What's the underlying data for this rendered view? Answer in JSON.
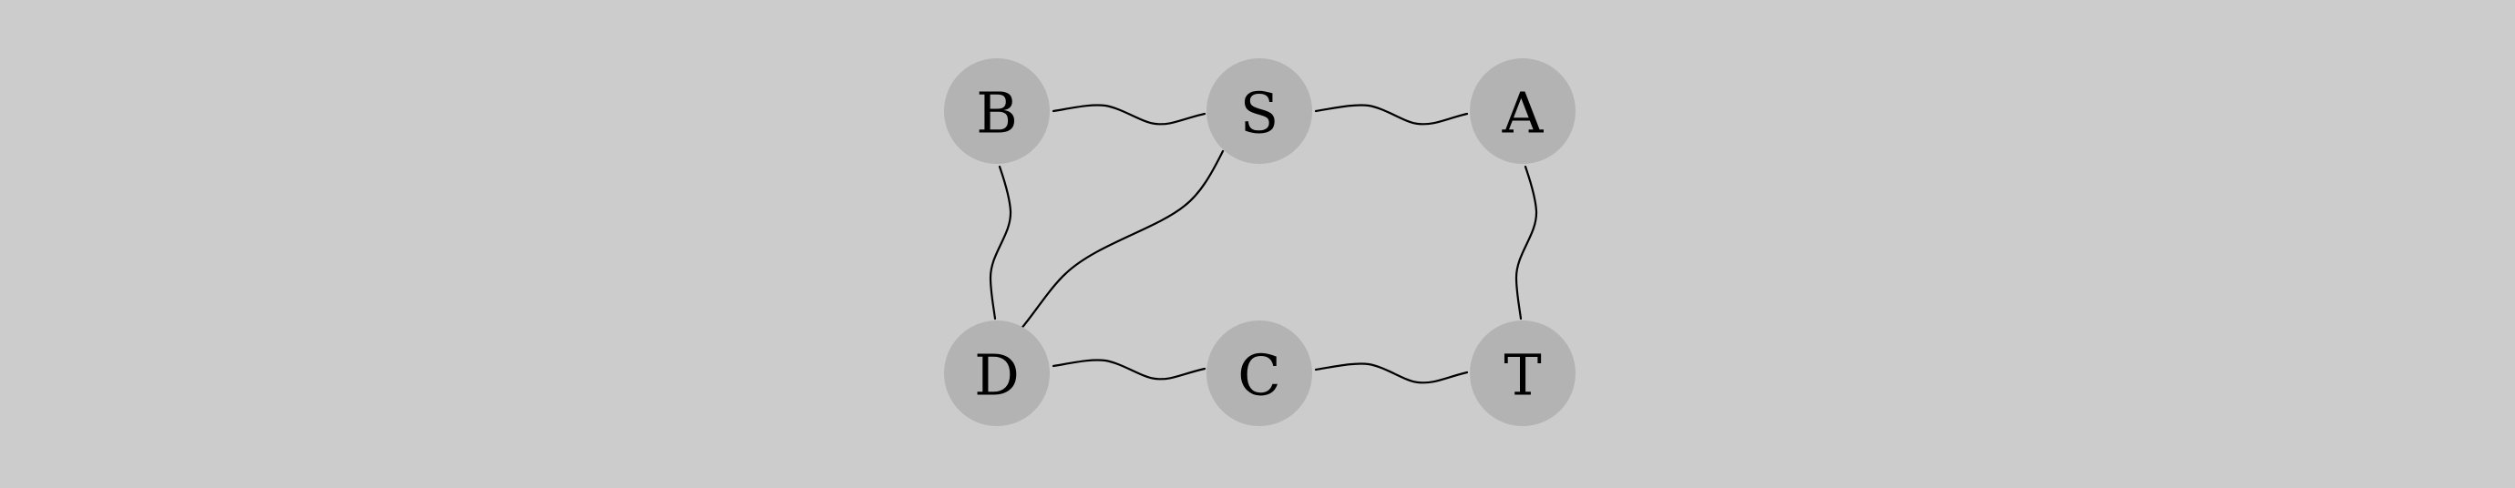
{
  "diagram": {
    "background_color": "#cccccc",
    "node_color": "#b3b3b3",
    "edge_color": "#000000",
    "nodes": [
      {
        "id": "B",
        "label": "B"
      },
      {
        "id": "S",
        "label": "S"
      },
      {
        "id": "A",
        "label": "A"
      },
      {
        "id": "D",
        "label": "D"
      },
      {
        "id": "C",
        "label": "C"
      },
      {
        "id": "T",
        "label": "T"
      }
    ],
    "edges": [
      {
        "from": "B",
        "to": "S"
      },
      {
        "from": "S",
        "to": "A"
      },
      {
        "from": "B",
        "to": "D"
      },
      {
        "from": "S",
        "to": "D"
      },
      {
        "from": "A",
        "to": "T"
      },
      {
        "from": "D",
        "to": "C"
      },
      {
        "from": "C",
        "to": "T"
      }
    ]
  }
}
